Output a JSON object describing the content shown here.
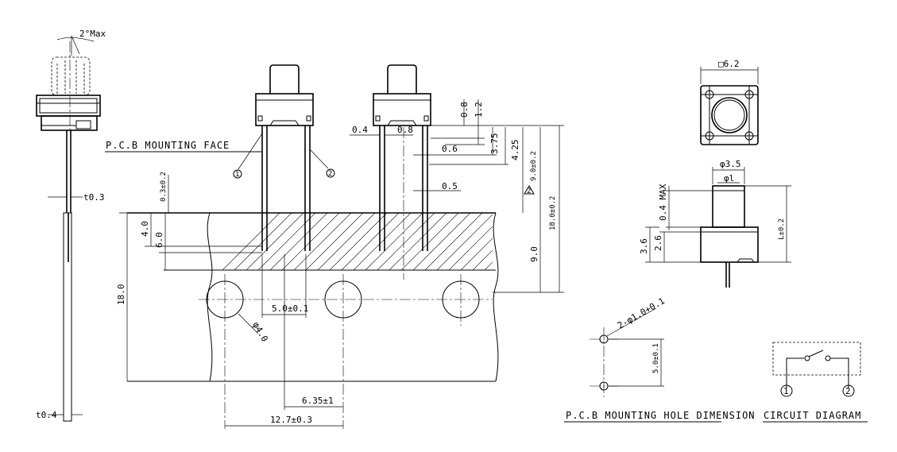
{
  "labels": {
    "pcb_mounting_face": "P.C.B MOUNTING FACE",
    "pcb_mounting_hole_dimension": "P.C.B MOUNTING HOLE DIMENSION",
    "circuit_diagram": "CIRCUIT DIAGRAM"
  },
  "dimensions": {
    "tilt": "2°Max",
    "thickness_03": "t0.3",
    "thickness_04": "t0.4",
    "gap_03": "0.3±0.2",
    "pin_40": "4.0",
    "pin_60": "6.0",
    "tape_180": "18.0",
    "pitch_50": "5.0±0.1",
    "hole_d40": "φ4.0",
    "pitch_635": "6.35±1",
    "pitch_127": "12.7±0.3",
    "lead_04": "0.4",
    "lead_08": "0.8",
    "top_08": "0.8",
    "top_12": "1.2",
    "lead_06": "0.6",
    "h_375": "3.75",
    "h_425": "4.25",
    "lead_05": "0.5",
    "h_90_02": "9.0±0.2",
    "h_180_02": "18.0±0.2",
    "h_90": "9.0",
    "square_62": "□6.2",
    "stem_d35": "φ3.5",
    "stem_dl": "φl",
    "max_04": "0.4 MAX",
    "h_36": "3.6",
    "h_26": "2.6",
    "stem_l": "L±0.2",
    "holes": "2-φ1.0+0.1",
    "hole_pitch": "5.0±0.1",
    "pin_1": "1",
    "pin_2": "2",
    "pin_1_circuit": "1",
    "pin_2_circuit": "2",
    "rev_mark": "2"
  }
}
